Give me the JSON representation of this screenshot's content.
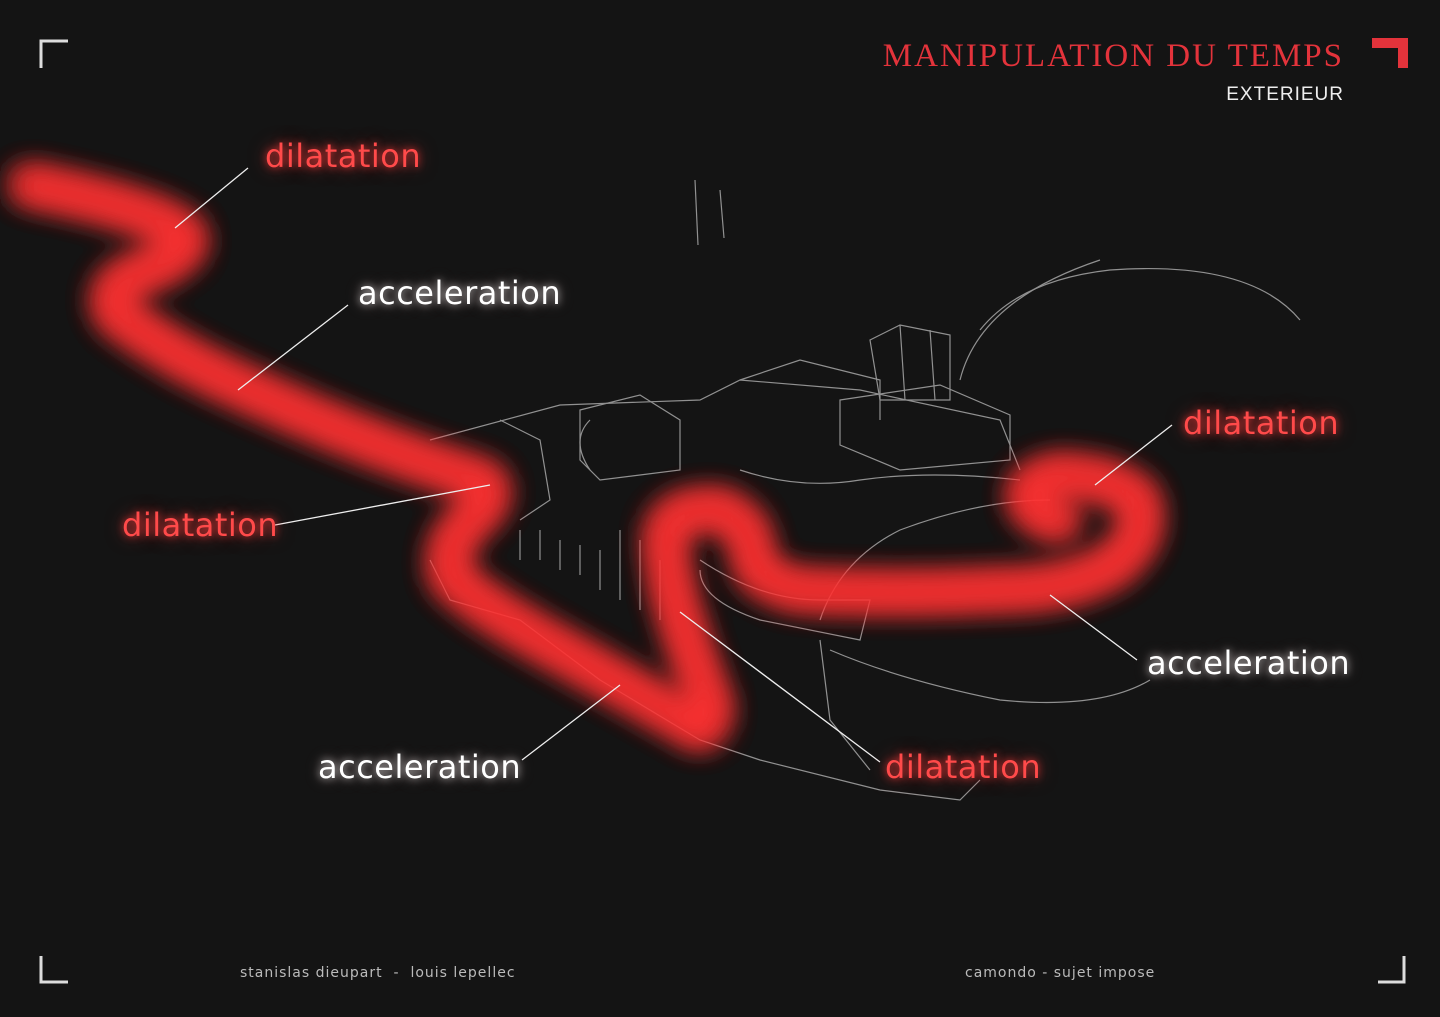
{
  "header": {
    "title": "MANIPULATION DU TEMPS",
    "subtitle": "EXTERIEUR"
  },
  "labels": [
    {
      "text": "dilatation",
      "kind": "dilatation"
    },
    {
      "text": "acceleration",
      "kind": "acceleration"
    },
    {
      "text": "dilatation",
      "kind": "dilatation"
    },
    {
      "text": "dilatation",
      "kind": "dilatation"
    },
    {
      "text": "acceleration",
      "kind": "acceleration"
    },
    {
      "text": "acceleration",
      "kind": "acceleration"
    },
    {
      "text": "dilatation",
      "kind": "dilatation"
    }
  ],
  "footer": {
    "authors": "stanislas dieupart  -  louis lepellec",
    "project": "camondo - sujet impose"
  },
  "colors": {
    "accent": "#e3333b",
    "path": "#ff4040",
    "background": "#141414"
  }
}
